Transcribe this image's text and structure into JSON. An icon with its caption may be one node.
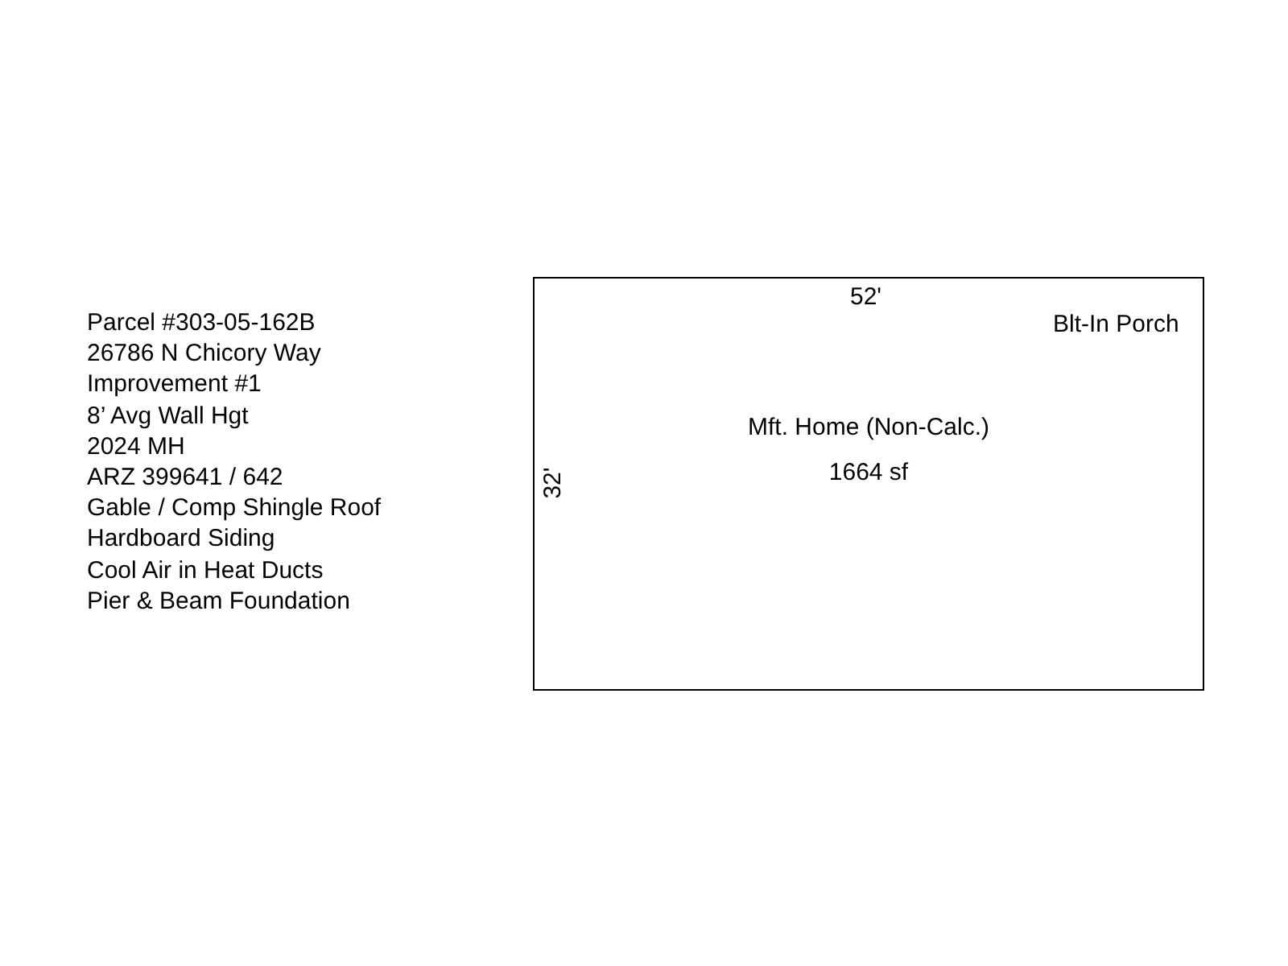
{
  "diagram": {
    "nodes": [
      {
        "text": [
          "Mft. Home (Non-Calc.)",
          "1664 sf"
        ]
      }
    ],
    "labels": [
      "Parcel #303-05-162B",
      "26786 N Chicory Way",
      "Improvement #1",
      "8’ Avg Wall Hgt",
      "2024 MH",
      "ARZ 399641 / 642",
      "Gable / Comp Shingle Roof",
      "Hardboard Siding",
      "Cool Air in Heat Ducts",
      "Pier & Beam Foundation",
      "52'",
      "32'",
      "Blt-In Porch"
    ]
  }
}
